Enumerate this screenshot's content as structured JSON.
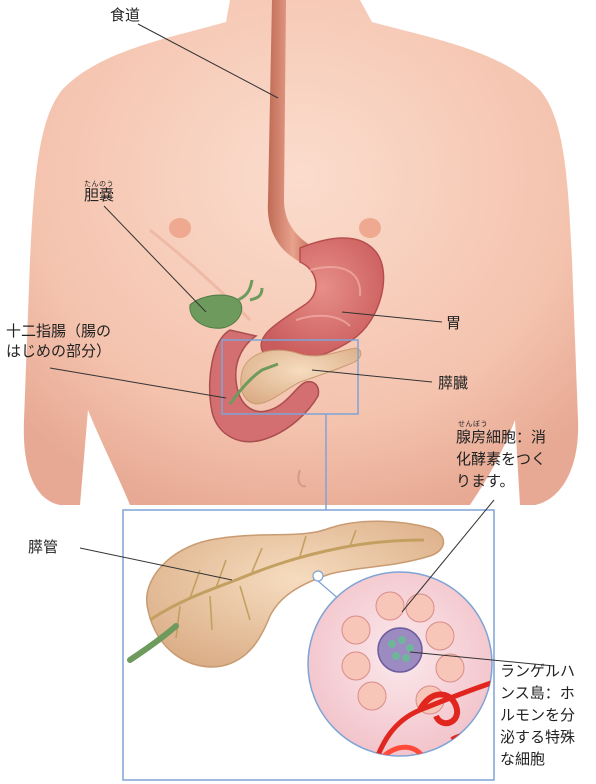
{
  "labels": {
    "esophagus": "食道",
    "gallbladder": "胆嚢",
    "gallbladder_ruby": "たんのう",
    "duodenum_line1": "十二指腸（腸の",
    "duodenum_line2": "はじめの部分）",
    "stomach": "胃",
    "pancreas": "膵臓",
    "acinar_ruby": "せんぼう",
    "acinar_line1": "腺房細胞：消",
    "acinar_line2": "化酵素をつく",
    "acinar_line3": "ります。",
    "pancreatic_duct": "膵管",
    "islet_line1": "ランゲルハ",
    "islet_line2": "ンス島：ホ",
    "islet_line3": "ルモンを分",
    "islet_line4": "泌する特殊",
    "islet_line5": "な細胞"
  },
  "colors": {
    "skin": "#f6cbb8",
    "skin_shadow": "#e9ab94",
    "stomach": "#dc7a78",
    "pancreas": "#ecc9a3",
    "gallbladder": "#7da26a",
    "frame": "#7fa3d6",
    "vessel": "#e0261e"
  }
}
